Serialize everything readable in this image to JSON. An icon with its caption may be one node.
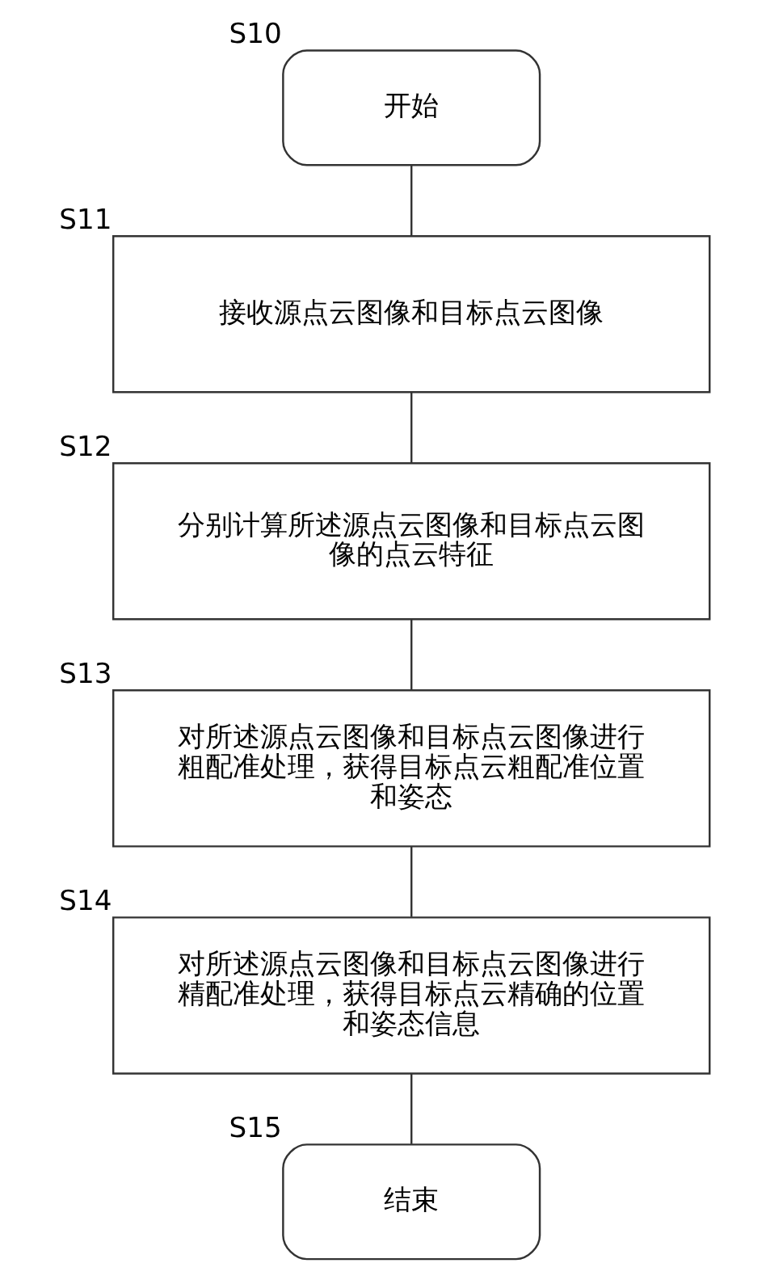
{
  "diagram": {
    "nodes": [
      {
        "text": [
          "开始"
        ],
        "beside": [
          "S10"
        ]
      },
      {
        "text": [
          "接收源点云图像和目标点云图像"
        ],
        "beside": [
          "S11"
        ]
      },
      {
        "text": [
          "分别计算所述源点云图像和目标点云图像的点云特征"
        ],
        "beside": [
          "S12"
        ]
      },
      {
        "text": [
          "对所述源点云图像和目标点云图像进行粗配准处理，获得目标点云粗配准位置和姿态"
        ],
        "beside": [
          "S13"
        ]
      },
      {
        "text": [
          "对所述源点云图像和目标点云图像进行精配准处理，获得目标点云精确的位置和姿态信息"
        ],
        "beside": [
          "S14"
        ]
      },
      {
        "text": [
          "结束"
        ],
        "beside": [
          "S15"
        ]
      }
    ],
    "edges": [
      {
        "from": 0,
        "to": 1,
        "arrow": "none"
      },
      {
        "from": 1,
        "to": 2,
        "arrow": "none"
      },
      {
        "from": 2,
        "to": 3,
        "arrow": "none"
      },
      {
        "from": 3,
        "to": 4,
        "arrow": "none"
      },
      {
        "from": 4,
        "to": 5,
        "arrow": "none"
      }
    ]
  }
}
